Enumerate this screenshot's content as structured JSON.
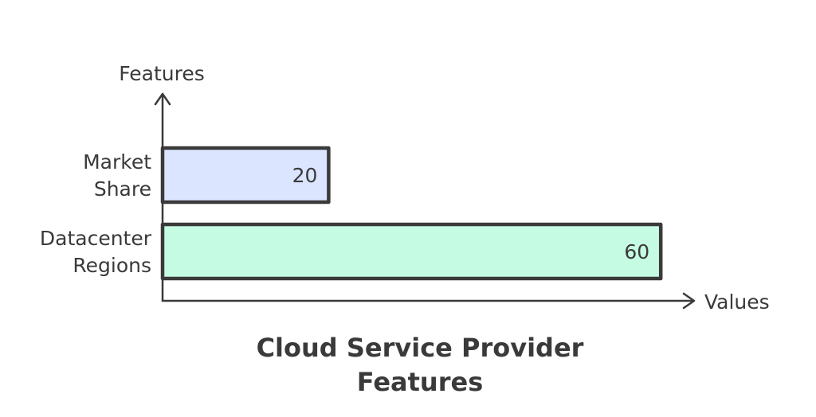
{
  "chart_data": {
    "type": "bar",
    "orientation": "horizontal",
    "title": "Cloud Service Provider Features",
    "title_lines": [
      "Cloud Service Provider",
      "Features"
    ],
    "xlabel": "Values",
    "ylabel": "Features",
    "categories": [
      "Market Share",
      "Datacenter Regions"
    ],
    "category_lines": [
      [
        "Market",
        "Share"
      ],
      [
        "Datacenter",
        "Regions"
      ]
    ],
    "values": [
      20,
      60
    ],
    "xlim": [
      0,
      64
    ],
    "grid": false,
    "colors": [
      "#dbe5ff",
      "#c5fbe3"
    ],
    "outline_color": "#3a3a3a"
  }
}
